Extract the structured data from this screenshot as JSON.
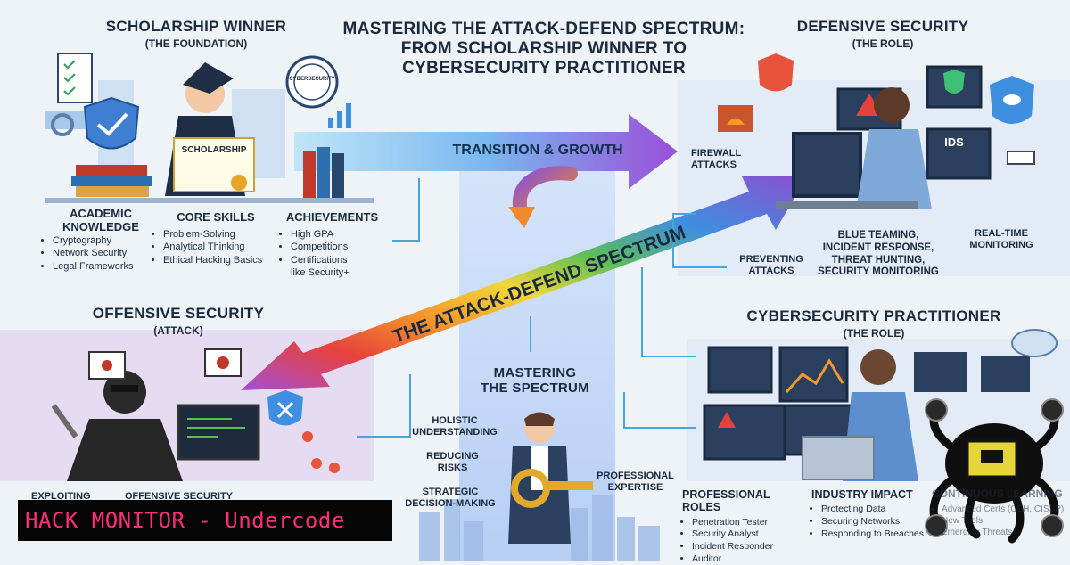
{
  "title": {
    "line1": "MASTERING THE ATTACK-DEFEND SPECTRUM:",
    "line2": "FROM SCHOLARSHIP WINNER TO",
    "line3": "CYBERSECURITY PRACTITIONER"
  },
  "scholarship": {
    "heading": "SCHOLARSHIP WINNER",
    "sub": "(THE FOUNDATION)",
    "certificate_label": "SCHOLARSHIP",
    "badge_text": "CYBERSECURITY",
    "academic": {
      "title_line1": "ACADEMIC",
      "title_line2": "KNOWLEDGE",
      "items": [
        "Cryptography",
        "Network Security",
        "Legal Frameworks"
      ]
    },
    "core": {
      "title": "CORE SKILLS",
      "items": [
        "Problem-Solving",
        "Analytical Thinking",
        "Ethical Hacking Basics"
      ]
    },
    "achievements": {
      "title": "ACHIEVEMENTS",
      "items": [
        "High GPA",
        "Competitions",
        "Certifications",
        "like Security+"
      ]
    }
  },
  "defensive": {
    "heading": "DEFENSIVE SECURITY",
    "sub": "(THE ROLE)",
    "ids_label": "IDS",
    "firewall": "FIREWALL ATTACKS",
    "preventing": "PREVENTING ATTACKS",
    "blue_team": "BLUE TEAMING, INCIDENT RESPONSE, THREAT HUNTING, SECURITY MONITORING",
    "realtime": "REAL-TIME MONITORING"
  },
  "transition": {
    "label": "TRANSITION & GROWTH"
  },
  "spectrum": {
    "label": "THE ATTACK-DEFEND SPECTRUM"
  },
  "offensive": {
    "heading": "OFFENSIVE SECURITY",
    "sub": "(ATTACK)",
    "bottom_left": "EXPLOITING",
    "bottom_right": "OFFENSIVE SECURITY"
  },
  "mastering": {
    "heading_line1": "MASTERING",
    "heading_line2": "THE SPECTRUM",
    "holistic": "HOLISTIC UNDERSTANDING",
    "reducing": "REDUCING RISKS",
    "strategic": "STRATEGIC DECISION-MAKING",
    "professional": "PROFESSIONAL EXPERTISE"
  },
  "practitioner": {
    "heading": "CYBERSECURITY PRACTITIONER",
    "sub": "(THE ROLE)",
    "roles": {
      "title": "PROFESSIONAL ROLES",
      "items": [
        "Penetration Tester",
        "Security Analyst",
        "Incident Responder",
        "Auditor"
      ]
    },
    "impact": {
      "title": "INDUSTRY IMPACT",
      "items": [
        "Protecting Data",
        "Securing Networks",
        "Responding to Breaches"
      ]
    },
    "learning": {
      "title": "CONTINUOUS LEARNING",
      "items": [
        "Advanced Certs (CEH, CISSP)",
        "New Tools",
        "Emerging Threats"
      ]
    }
  },
  "banner": {
    "text": "HACK MONITOR - Undercode"
  },
  "colors": {
    "spectrum_red": "#e8413c",
    "spectrum_orange": "#f39a2b",
    "spectrum_yellow": "#f3d63a",
    "spectrum_green": "#5fbf55",
    "spectrum_blue": "#3e8fe0",
    "spectrum_purple": "#8b4fd1",
    "banner_text": "#ff2d7a",
    "banner_bg": "#050505"
  }
}
